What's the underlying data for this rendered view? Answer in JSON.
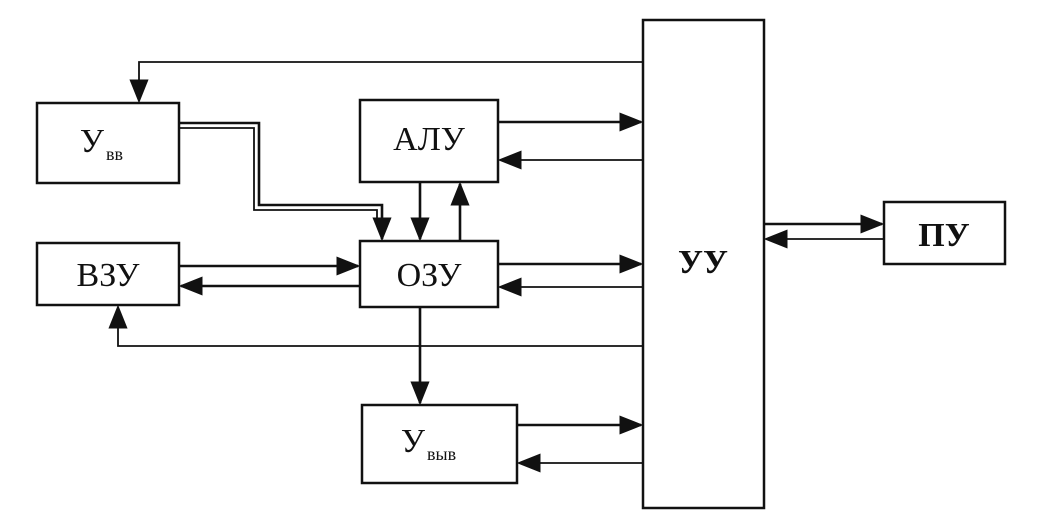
{
  "blocks": {
    "uvv": {
      "text": "У",
      "sub": "вв"
    },
    "alu": {
      "text": "АЛУ"
    },
    "vzu": {
      "text": "ВЗУ"
    },
    "ozu": {
      "text": "ОЗУ"
    },
    "uu": {
      "text": "УУ"
    },
    "pu": {
      "text": "ПУ"
    },
    "uvyv": {
      "text": "У",
      "sub": "выв"
    }
  }
}
